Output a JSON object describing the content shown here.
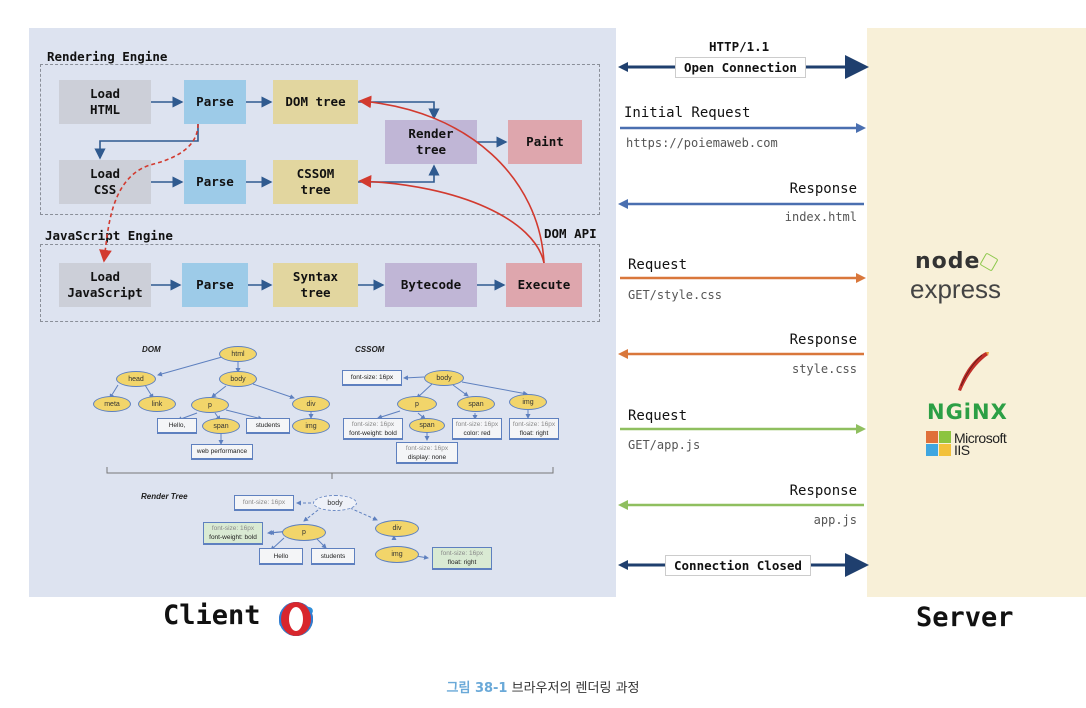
{
  "client": {
    "label": "Client",
    "browsers": [
      "chrome-icon",
      "firefox-icon",
      "internet-explorer-icon",
      "safari-icon",
      "opera-icon"
    ],
    "rendering_engine": {
      "title": "Rendering Engine",
      "nodes": {
        "load_html": "Load\nHTML",
        "parse_html": "Parse",
        "dom_tree": "DOM tree",
        "load_css": "Load\nCSS",
        "parse_css": "Parse",
        "cssom_tree": "CSSOM\ntree",
        "render_tree": "Render\ntree",
        "paint": "Paint"
      }
    },
    "js_engine": {
      "title": "JavaScript Engine",
      "dom_api_label": "DOM API",
      "nodes": {
        "load_js": "Load\nJavaScript",
        "parse": "Parse",
        "syntax_tree": "Syntax\ntree",
        "bytecode": "Bytecode",
        "execute": "Execute"
      }
    },
    "dom_tree": {
      "title": "DOM",
      "nodes": [
        "html",
        "head",
        "body",
        "meta",
        "link",
        "p",
        "div",
        "span",
        "img"
      ],
      "texts": [
        "Hello,",
        "students",
        "web performance"
      ]
    },
    "cssom_tree": {
      "title": "CSSOM",
      "nodes": [
        "body",
        "p",
        "span",
        "img",
        "span"
      ],
      "styles": {
        "body": [
          "font-size: 16px"
        ],
        "p": [
          "font-size: 16px",
          "font-weight: bold"
        ],
        "p_span": [
          "font-size: 16px",
          "display: none"
        ],
        "span": [
          "font-size: 16px",
          "color: red"
        ],
        "img": [
          "font-size: 16px",
          "float: right"
        ]
      }
    },
    "render_tree": {
      "title": "Render Tree",
      "nodes": [
        "body",
        "p",
        "div",
        "img"
      ],
      "texts": [
        "Hello",
        "students"
      ],
      "styles": {
        "body": [
          "font-size: 16px"
        ],
        "p": [
          "font-size: 16px",
          "font-weight: bold"
        ],
        "img": [
          "font-size: 16px",
          "float: right"
        ]
      }
    }
  },
  "network": {
    "open": {
      "protocol": "HTTP/1.1",
      "label": "Open Connection"
    },
    "messages": [
      {
        "direction": "request",
        "label": "Initial Request",
        "detail": "https://poiemaweb.com",
        "color": "#4a6fb0"
      },
      {
        "direction": "response",
        "label": "Response",
        "detail": "index.html",
        "color": "#4a6fb0"
      },
      {
        "direction": "request",
        "label": "Request",
        "detail": "GET/style.css",
        "color": "#d9773b"
      },
      {
        "direction": "response",
        "label": "Response",
        "detail": "style.css",
        "color": "#d9773b"
      },
      {
        "direction": "request",
        "label": "Request",
        "detail": "GET/app.js",
        "color": "#8fbf5f"
      },
      {
        "direction": "response",
        "label": "Response",
        "detail": "app.js",
        "color": "#8fbf5f"
      }
    ],
    "close": {
      "label": "Connection Closed"
    },
    "connection_color": "#1f3f6e"
  },
  "server": {
    "label": "Server",
    "logos": {
      "node": "node",
      "express": "express",
      "nginx": "NGiNX",
      "iis_line1": "Microsoft",
      "iis_line2": "IIS"
    }
  },
  "caption": {
    "figure": "그림 38-1",
    "text": "브라우저의 렌더링 과정"
  },
  "colors": {
    "client_bg": "#dde3f0",
    "server_bg": "#f8f0d8",
    "arrow_blue": "#2f5a8f",
    "dom_api_red": "#d23a2f"
  }
}
